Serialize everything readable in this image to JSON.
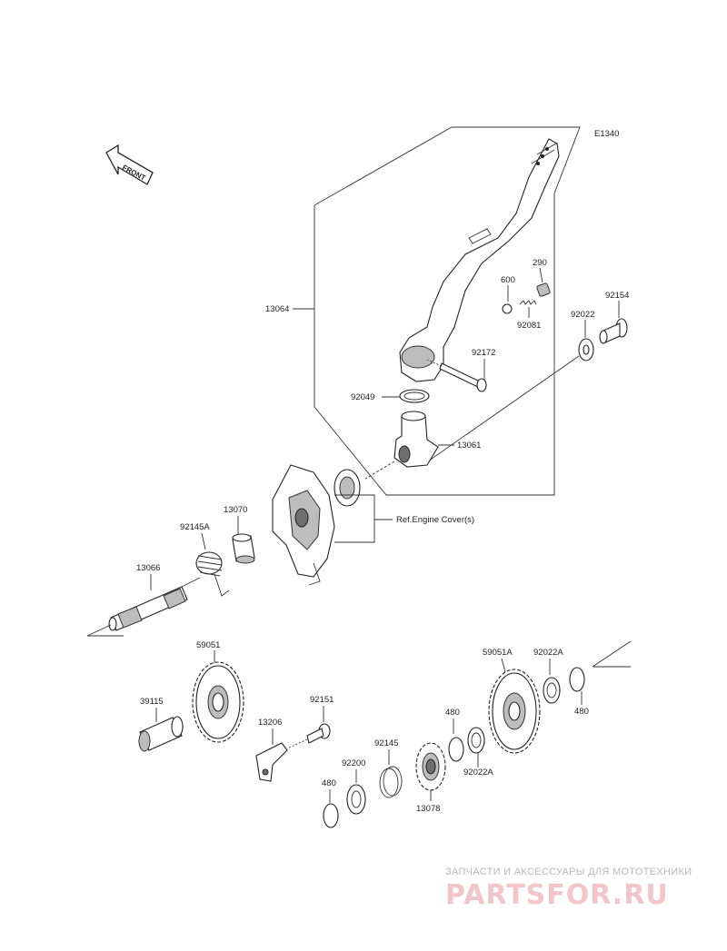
{
  "diagram_code": "E1340",
  "front_label": "FRONT",
  "ref_label": "Ref.Engine Cover(s)",
  "parts": {
    "p13064": "13064",
    "p600": "600",
    "p290": "290",
    "p92081": "92081",
    "p92154": "92154",
    "p92022": "92022",
    "p92172": "92172",
    "p92049": "92049",
    "p13061": "13061",
    "p13070": "13070",
    "p92145A": "92145A",
    "p13066": "13066",
    "p59051": "59051",
    "p39115": "39115",
    "p13206": "13206",
    "p92151": "92151",
    "p92200": "92200",
    "p92145": "92145",
    "p480_a": "480",
    "p480_b": "480",
    "p480_c": "480",
    "p13078": "13078",
    "p92022A_a": "92022A",
    "p92022A_b": "92022A",
    "p59051A": "59051A"
  },
  "watermark": {
    "line1": "ЗАПЧАСТИ И АКСЕССУАРЫ ДЛЯ МОТОТЕХНИКИ",
    "line2": "PARTSFOR.RU"
  }
}
